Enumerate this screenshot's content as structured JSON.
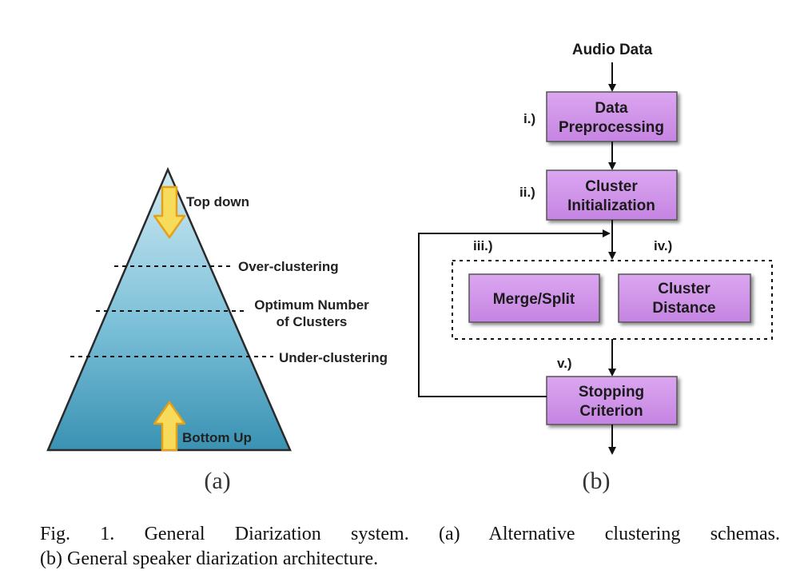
{
  "panel_a": {
    "label": "(a)",
    "top_label": "Top down",
    "bottom_label": "Bottom Up",
    "levels": {
      "over": "Over-clustering",
      "optimum_line1": "Optimum Number",
      "optimum_line2": "of Clusters",
      "under": "Under-clustering"
    },
    "colors": {
      "pyramid_top": "#c8e6f1",
      "pyramid_bottom": "#3f97b7",
      "arrow_fill": "#f7dc5c",
      "arrow_stroke": "#e5a019"
    }
  },
  "panel_b": {
    "label": "(b)",
    "input": "Audio Data",
    "steps": {
      "i": "i.)",
      "ii": "ii.)",
      "iii": "iii.)",
      "iv": "iv.)",
      "v": "v.)"
    },
    "boxes": {
      "preprocessing_line1": "Data",
      "preprocessing_line2": "Preprocessing",
      "initialization_line1": "Cluster",
      "initialization_line2": "Initialization",
      "merge_split": "Merge/Split",
      "distance_line1": "Cluster",
      "distance_line2": "Distance",
      "stopping_line1": "Stopping",
      "stopping_line2": "Criterion"
    },
    "colors": {
      "box_fill": "#cf92e8",
      "box_stroke": "#555555"
    }
  },
  "caption": {
    "line1": "Fig. 1. General Diarization system. (a) Alternative clustering schemas.",
    "line2": "(b) General speaker diarization architecture."
  }
}
